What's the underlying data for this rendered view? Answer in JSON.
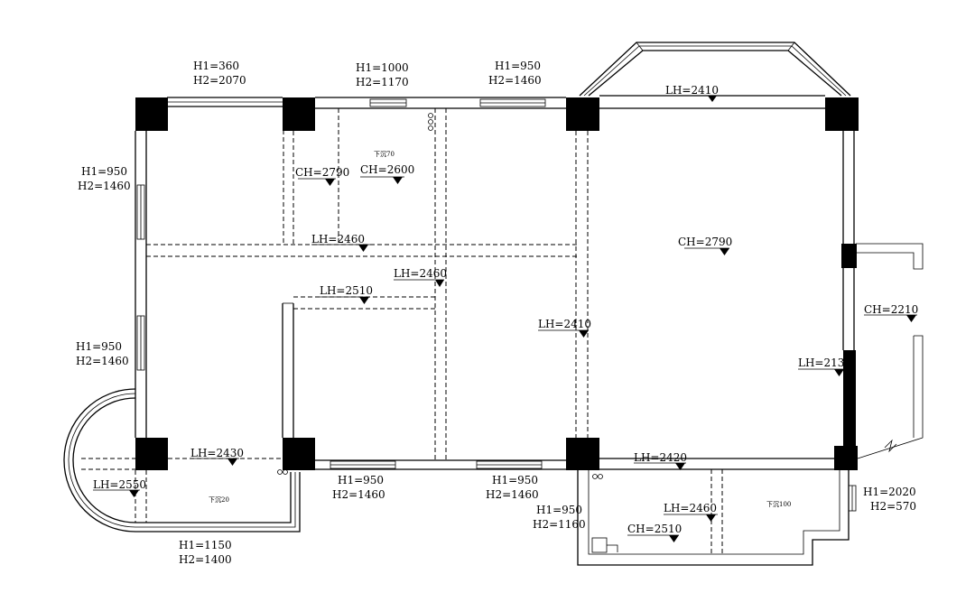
{
  "window_labels": [
    {
      "id": "w-top-left",
      "h1": "H1=360",
      "h2": "H2=2070"
    },
    {
      "id": "w-top-mid",
      "h1": "H1=1000",
      "h2": "H2=1170"
    },
    {
      "id": "w-top-right",
      "h1": "H1=950",
      "h2": "H2=1460"
    },
    {
      "id": "w-left-upper",
      "h1": "H1=950",
      "h2": "H2=1460"
    },
    {
      "id": "w-left-lower",
      "h1": "H1=950",
      "h2": "H2=1460"
    },
    {
      "id": "w-bottom-1",
      "h1": "H1=950",
      "h2": "H2=1460"
    },
    {
      "id": "w-bottom-2",
      "h1": "H1=950",
      "h2": "H2=1460"
    },
    {
      "id": "w-bottom-3",
      "h1": "H1=950",
      "h2": "H2=1160"
    },
    {
      "id": "w-bay",
      "h1": "H1=1150",
      "h2": "H2=1400"
    },
    {
      "id": "w-right",
      "h1": "H1=2020",
      "h2": "H2=570"
    }
  ],
  "height_markers": [
    {
      "id": "lh-2410-top",
      "text": "LH=2410"
    },
    {
      "id": "ch-2790-left",
      "text": "CH=2790"
    },
    {
      "id": "ch-2600",
      "text": "CH=2600"
    },
    {
      "id": "lh-2460-a",
      "text": "LH=2460"
    },
    {
      "id": "lh-2460-b",
      "text": "LH=2460"
    },
    {
      "id": "lh-2510",
      "text": "LH=2510"
    },
    {
      "id": "lh-2410-mid",
      "text": "LH=2410"
    },
    {
      "id": "ch-2790-right",
      "text": "CH=2790"
    },
    {
      "id": "ch-2210",
      "text": "CH=2210"
    },
    {
      "id": "lh-2130",
      "text": "LH=2130"
    },
    {
      "id": "lh-2430",
      "text": "LH=2430"
    },
    {
      "id": "lh-2550",
      "text": "LH=2550"
    },
    {
      "id": "lh-2420",
      "text": "LH=2420"
    },
    {
      "id": "lh-2460-c",
      "text": "LH=2460"
    },
    {
      "id": "ch-2510",
      "text": "CH=2510"
    }
  ],
  "floor_notes": {
    "sink70": "下沉70",
    "sink20": "下沉20",
    "sink100": "下沉100"
  }
}
